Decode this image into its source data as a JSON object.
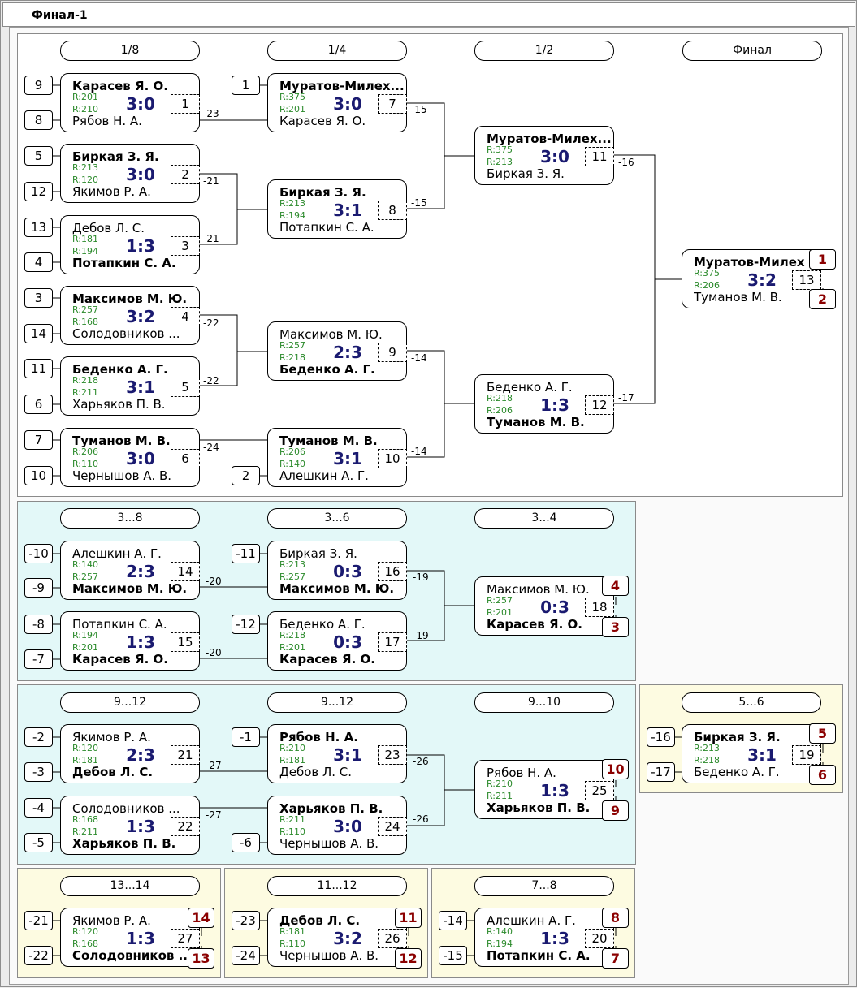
{
  "window": {
    "title": "Финал-1"
  },
  "headers": {
    "main": [
      "1/8",
      "1/4",
      "1/2",
      "Финал"
    ],
    "cons": [
      "3...8",
      "3...6",
      "3...4"
    ],
    "p912": [
      "9...12",
      "9...12",
      "9...10"
    ],
    "p56": "5...6",
    "p1314": "13...14",
    "p1112": "11...12",
    "p78": "7...8"
  },
  "seeds": [
    "9",
    "8",
    "5",
    "12",
    "13",
    "4",
    "3",
    "14",
    "11",
    "6",
    "7",
    "10",
    "1",
    "2",
    "-10",
    "-9",
    "-8",
    "-7",
    "-11",
    "-12",
    "-2",
    "-3",
    "-4",
    "-5",
    "-1",
    "-6",
    "-16",
    "-17",
    "-21",
    "-22",
    "-23",
    "-24",
    "-14",
    "-15"
  ],
  "places": [
    "1",
    "2",
    "4",
    "3",
    "10",
    "9",
    "5",
    "6",
    "14",
    "13",
    "11",
    "12",
    "8",
    "7"
  ],
  "line_labels": [
    "-23",
    "-21",
    "-21",
    "-22",
    "-22",
    "-24",
    "-15",
    "-15",
    "-14",
    "-14",
    "-16",
    "-17",
    "-20",
    "-20",
    "-19",
    "-19",
    "-27",
    "-27",
    "-26",
    "-26"
  ],
  "matches": [
    {
      "p1": "Карасев Я. О.",
      "p2": "Рябов Н. А.",
      "r1": "R:201",
      "r2": "R:210",
      "score": "3:0",
      "game": "1",
      "win": 1
    },
    {
      "p1": "Биркая З. Я.",
      "p2": "Якимов Р. А.",
      "r1": "R:213",
      "r2": "R:120",
      "score": "3:0",
      "game": "2",
      "win": 1
    },
    {
      "p1": "Дебов Л. С.",
      "p2": "Потапкин С. А.",
      "r1": "R:181",
      "r2": "R:194",
      "score": "1:3",
      "game": "3",
      "win": 2
    },
    {
      "p1": "Максимов М. Ю.",
      "p2": "Солодовников ...",
      "r1": "R:257",
      "r2": "R:168",
      "score": "3:2",
      "game": "4",
      "win": 1
    },
    {
      "p1": "Беденко А. Г.",
      "p2": "Харьяков П. В.",
      "r1": "R:218",
      "r2": "R:211",
      "score": "3:1",
      "game": "5",
      "win": 1
    },
    {
      "p1": "Туманов М. В.",
      "p2": "Чернышов А. В.",
      "r1": "R:206",
      "r2": "R:110",
      "score": "3:0",
      "game": "6",
      "win": 1
    },
    {
      "p1": "Муратов-Милех...",
      "p2": "Карасев Я. О.",
      "r1": "R:375",
      "r2": "R:201",
      "score": "3:0",
      "game": "7",
      "win": 1
    },
    {
      "p1": "Биркая З. Я.",
      "p2": "Потапкин С. А.",
      "r1": "R:213",
      "r2": "R:194",
      "score": "3:1",
      "game": "8",
      "win": 1
    },
    {
      "p1": "Максимов М. Ю.",
      "p2": "Беденко А. Г.",
      "r1": "R:257",
      "r2": "R:218",
      "score": "2:3",
      "game": "9",
      "win": 2
    },
    {
      "p1": "Туманов М. В.",
      "p2": "Алешкин А. Г.",
      "r1": "R:206",
      "r2": "R:140",
      "score": "3:1",
      "game": "10",
      "win": 1
    },
    {
      "p1": "Муратов-Милех...",
      "p2": "Биркая З. Я.",
      "r1": "R:375",
      "r2": "R:213",
      "score": "3:0",
      "game": "11",
      "win": 1
    },
    {
      "p1": "Беденко А. Г.",
      "p2": "Туманов М. В.",
      "r1": "R:218",
      "r2": "R:206",
      "score": "1:3",
      "game": "12",
      "win": 2
    },
    {
      "p1": "Муратов-Милех",
      "p2": "Туманов М. В.",
      "r1": "R:375",
      "r2": "R:206",
      "score": "3:2",
      "game": "13",
      "win": 1
    },
    {
      "p1": "Алешкин А. Г.",
      "p2": "Максимов М. Ю.",
      "r1": "R:140",
      "r2": "R:257",
      "score": "2:3",
      "game": "14",
      "win": 2
    },
    {
      "p1": "Потапкин С. А.",
      "p2": "Карасев Я. О.",
      "r1": "R:194",
      "r2": "R:201",
      "score": "1:3",
      "game": "15",
      "win": 2
    },
    {
      "p1": "Биркая З. Я.",
      "p2": "Максимов М. Ю.",
      "r1": "R:213",
      "r2": "R:257",
      "score": "0:3",
      "game": "16",
      "win": 2
    },
    {
      "p1": "Беденко А. Г.",
      "p2": "Карасев Я. О.",
      "r1": "R:218",
      "r2": "R:201",
      "score": "0:3",
      "game": "17",
      "win": 2
    },
    {
      "p1": "Максимов М. Ю.",
      "p2": "Карасев Я. О.",
      "r1": "R:257",
      "r2": "R:201",
      "score": "0:3",
      "game": "18",
      "win": 2
    },
    {
      "p1": "Якимов Р. А.",
      "p2": "Дебов Л. С.",
      "r1": "R:120",
      "r2": "R:181",
      "score": "2:3",
      "game": "21",
      "win": 2
    },
    {
      "p1": "Солодовников ...",
      "p2": "Харьяков П. В.",
      "r1": "R:168",
      "r2": "R:211",
      "score": "1:3",
      "game": "22",
      "win": 2
    },
    {
      "p1": "Рябов Н. А.",
      "p2": "Дебов Л. С.",
      "r1": "R:210",
      "r2": "R:181",
      "score": "3:1",
      "game": "23",
      "win": 1
    },
    {
      "p1": "Харьяков П. В.",
      "p2": "Чернышов А. В.",
      "r1": "R:211",
      "r2": "R:110",
      "score": "3:0",
      "game": "24",
      "win": 1
    },
    {
      "p1": "Рябов Н. А.",
      "p2": "Харьяков П. В.",
      "r1": "R:210",
      "r2": "R:211",
      "score": "1:3",
      "game": "25",
      "win": 2
    },
    {
      "p1": "Биркая З. Я.",
      "p2": "Беденко А. Г.",
      "r1": "R:213",
      "r2": "R:218",
      "score": "3:1",
      "game": "19",
      "win": 1
    },
    {
      "p1": "Якимов Р. А.",
      "p2": "Солодовников ...",
      "r1": "R:120",
      "r2": "R:168",
      "score": "1:3",
      "game": "27",
      "win": 2
    },
    {
      "p1": "Дебов Л. С.",
      "p2": "Чернышов А. В.",
      "r1": "R:181",
      "r2": "R:110",
      "score": "3:2",
      "game": "26",
      "win": 1
    },
    {
      "p1": "Алешкин А. Г.",
      "p2": "Потапкин С. А.",
      "r1": "R:140",
      "r2": "R:194",
      "score": "1:3",
      "game": "20",
      "win": 2
    }
  ]
}
